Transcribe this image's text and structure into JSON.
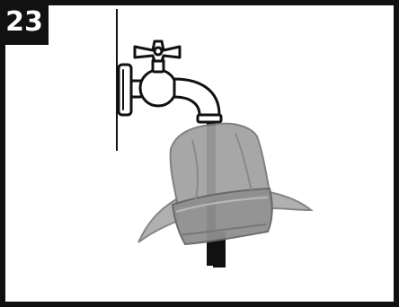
{
  "step": {
    "number": "23"
  },
  "illustration": {
    "icons": [
      "wall-line",
      "faucet-icon",
      "water-stream",
      "cloth-bag"
    ],
    "colors": {
      "border": "#111111",
      "badge_bg": "#111111",
      "badge_text": "#ffffff",
      "line": "#111111",
      "cloth_fill": "#9a9a9a",
      "cloth_stroke": "#6e6e6e"
    }
  }
}
